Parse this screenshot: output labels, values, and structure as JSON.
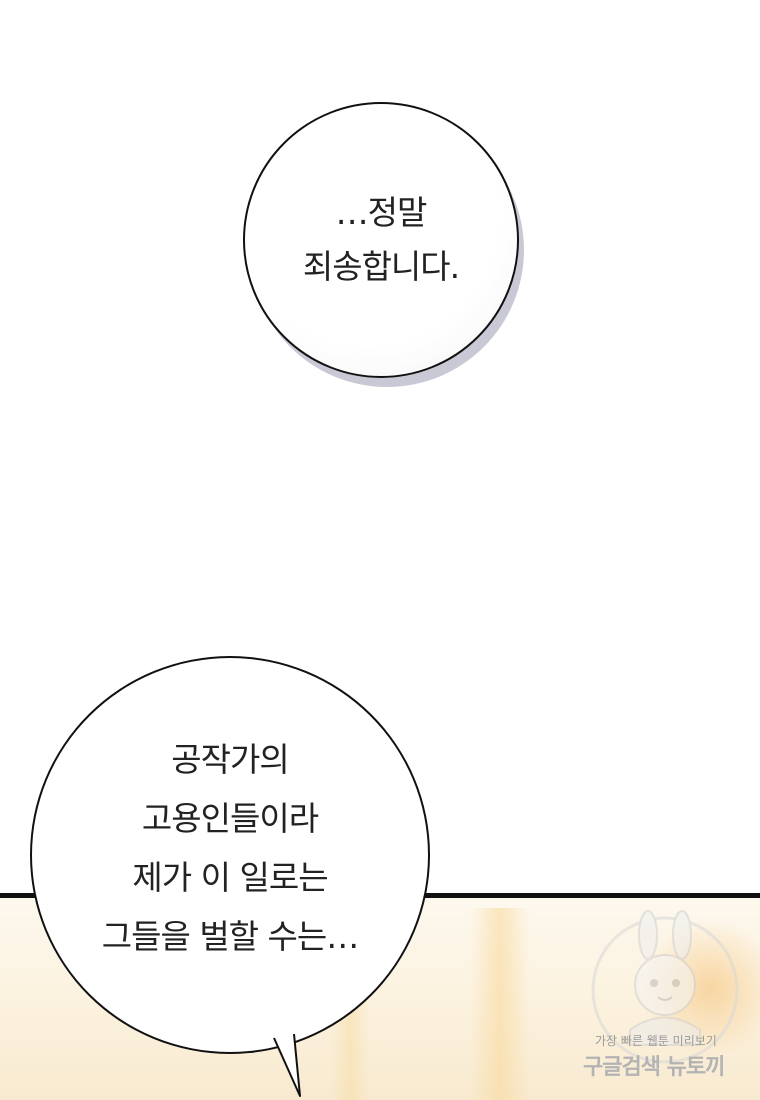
{
  "bubbles": {
    "top": {
      "lines": [
        "…정말",
        "죄송합니다."
      ]
    },
    "bottom": {
      "lines": [
        "공작가의",
        "고용인들이라",
        "제가 이 일로는",
        "그들을 벌할 수는…"
      ]
    }
  },
  "watermark": {
    "small_text": "가장 빠른 웹툰 미리보기",
    "big_text": "구글검색 뉴토끼",
    "icon": "bunny-mascot-icon"
  },
  "colors": {
    "ink": "#111111",
    "panel_bg": "#fbf1dd",
    "shadow": "#c9c9d6"
  }
}
